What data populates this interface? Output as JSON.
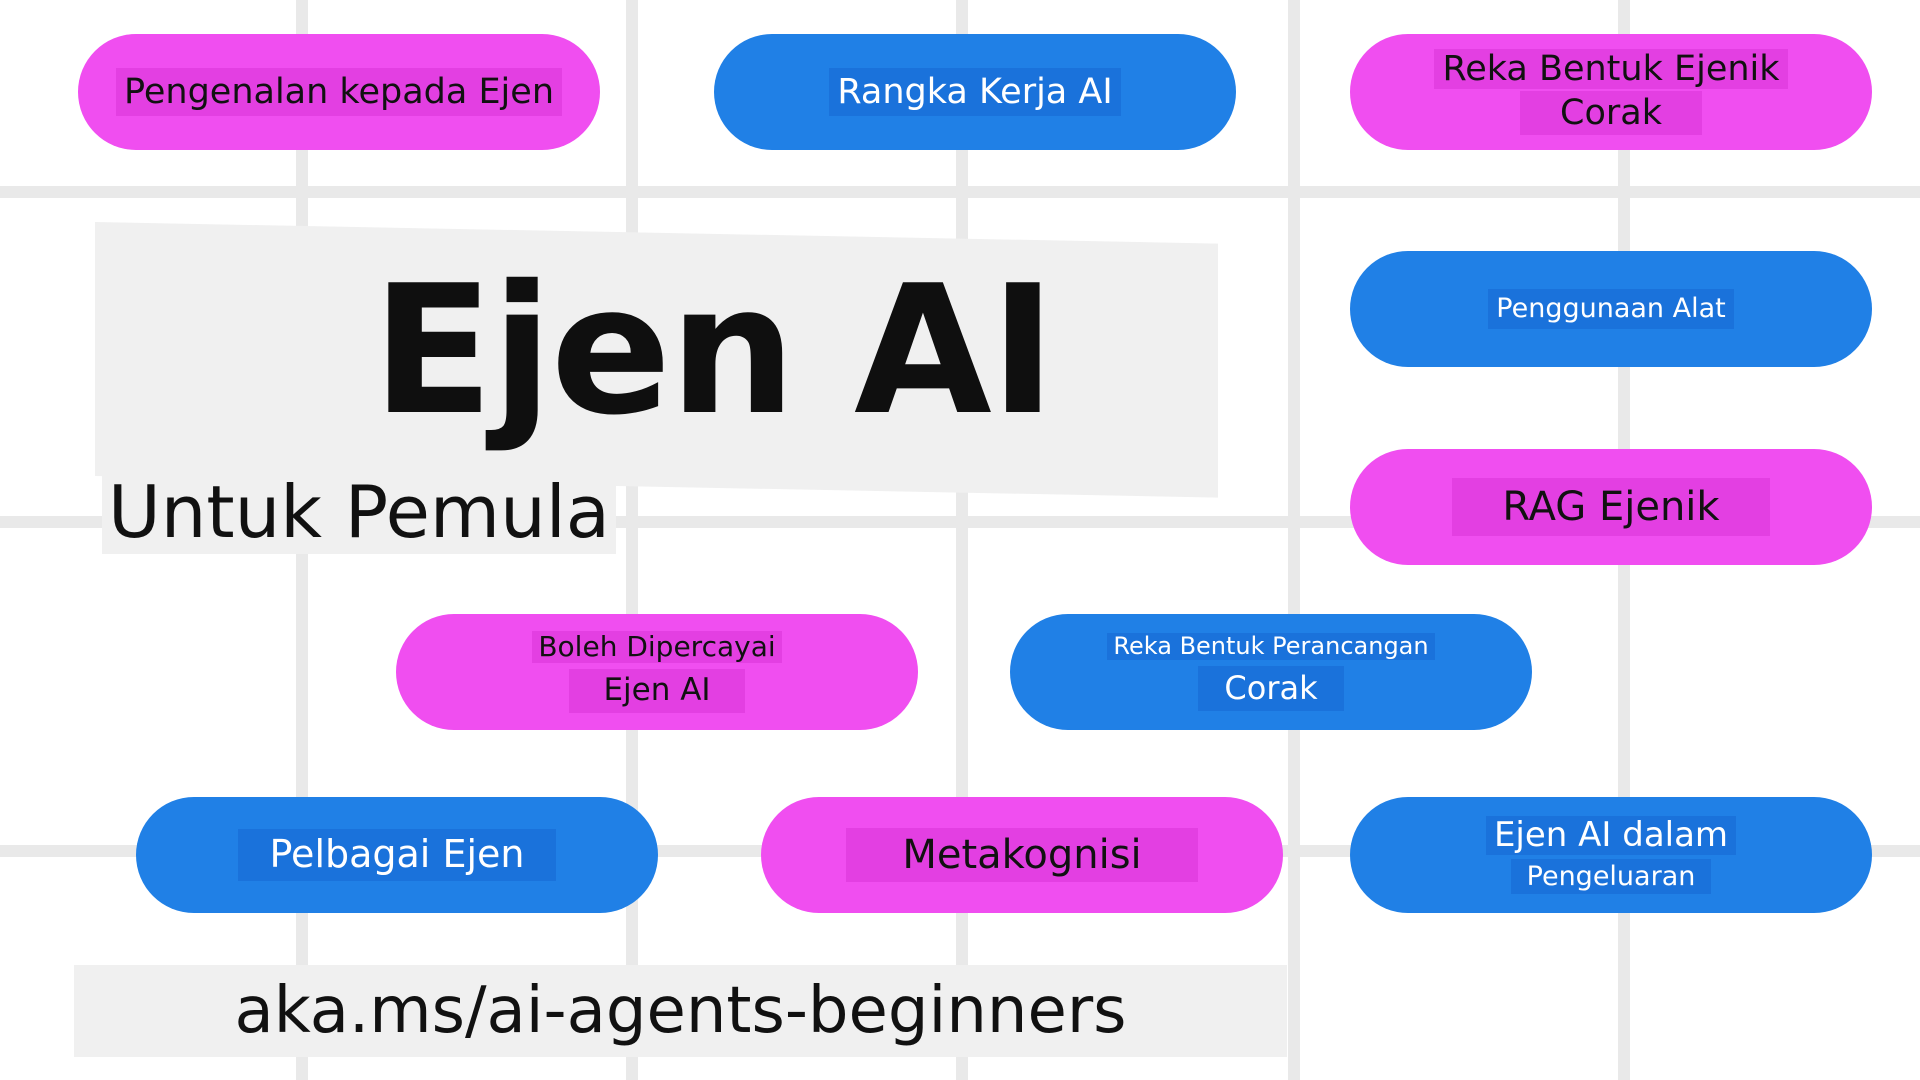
{
  "title": "Ejen AI",
  "subtitle": "Untuk Pemula",
  "url": "aka.ms/ai-agents-beginners",
  "colors": {
    "pink": "#f04ef0",
    "blue": "#2080e6",
    "banner": "#f0f0f0",
    "grid": "#e9e9e9"
  },
  "lessons": {
    "intro": "Pengenalan kepada Ejen",
    "frameworks": "Rangka Kerja AI",
    "agentic_design_l1": "Reka Bentuk Ejenik",
    "agentic_design_l2": "Corak",
    "tool_use": "Penggunaan Alat",
    "agentic_rag": "RAG Ejenik",
    "trustworthy_l1": "Boleh Dipercayai",
    "trustworthy_l2": "Ejen AI",
    "planning_l1": "Reka Bentuk Perancangan",
    "planning_l2": "Corak",
    "multi_agent": "Pelbagai Ejen",
    "metacognition": "Metakognisi",
    "production_l1": "Ejen AI dalam",
    "production_l2": "Pengeluaran"
  }
}
